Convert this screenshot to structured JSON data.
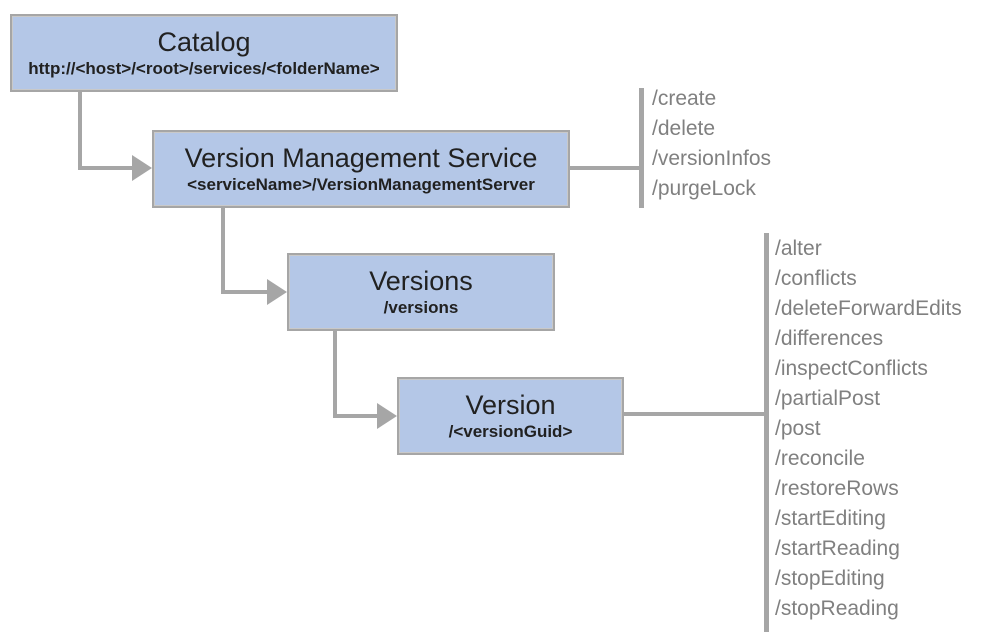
{
  "colors": {
    "background": "#ffffff",
    "box_fill": "#b4c7e7",
    "box_border": "#a6a6a6",
    "connector": "#a6a6a6",
    "node_text": "#212121",
    "operation_text": "#808080"
  },
  "nodes": [
    {
      "id": "catalog",
      "title": "Catalog",
      "subtitle": "http://<host>/<root>/services/<folderName>"
    },
    {
      "id": "version-management-service",
      "title": "Version Management Service",
      "subtitle": "<serviceName>/VersionManagementServer",
      "operations": [
        "/create",
        "/delete",
        "/versionInfos",
        "/purgeLock"
      ]
    },
    {
      "id": "versions",
      "title": "Versions",
      "subtitle": "/versions"
    },
    {
      "id": "version",
      "title": "Version",
      "subtitle": "/<versionGuid>",
      "operations": [
        "/alter",
        "/conflicts",
        "/deleteForwardEdits",
        "/differences",
        "/inspectConflicts",
        "/partialPost",
        "/post",
        "/reconcile",
        "/restoreRows",
        "/startEditing",
        "/startReading",
        "/stopEditing",
        "/stopReading"
      ]
    }
  ]
}
